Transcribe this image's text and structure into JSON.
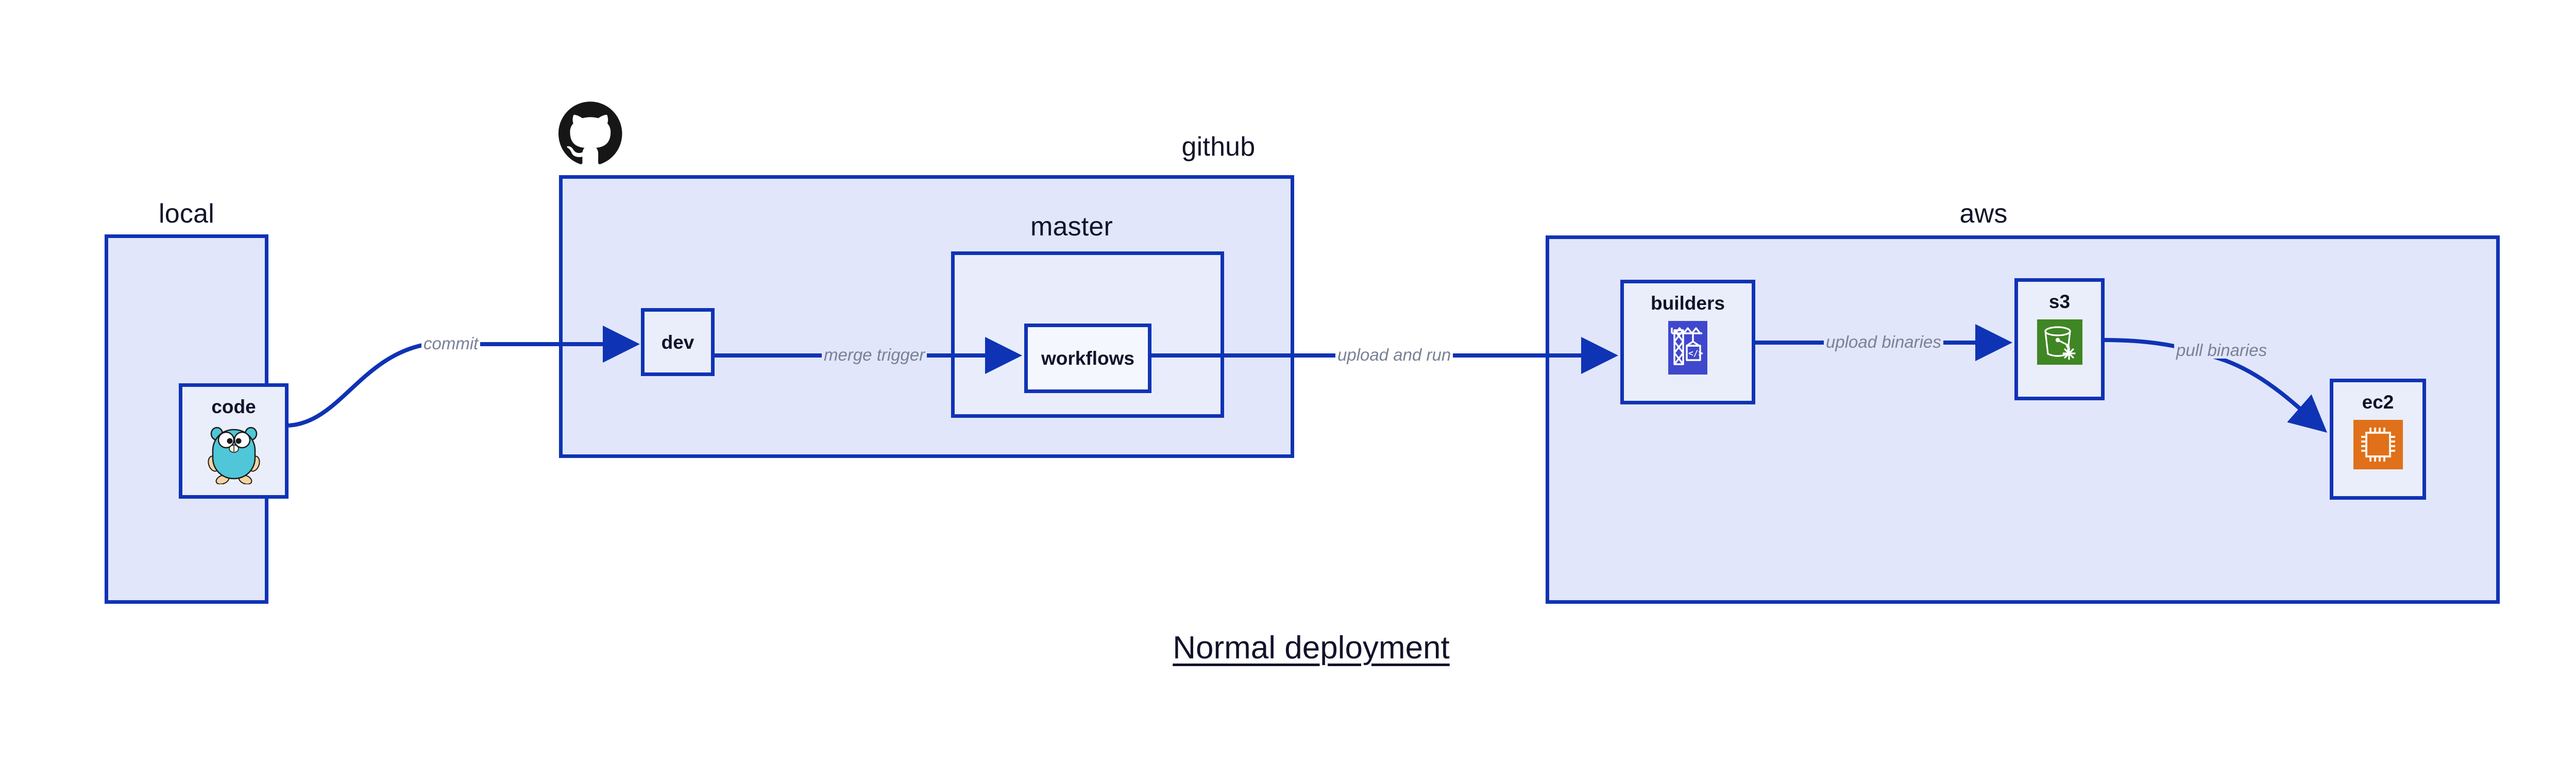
{
  "diagram": {
    "title": "Normal deployment",
    "accent_border": "#0f33b5",
    "cluster_fill": "#e1e6fa",
    "node_fill": "#eaeefb",
    "label_color": "#10132a",
    "edge_label_color": "#7a8196"
  },
  "clusters": [
    {
      "id": "local",
      "label": "local"
    },
    {
      "id": "github",
      "label": "github"
    },
    {
      "id": "master",
      "label": "master"
    },
    {
      "id": "aws",
      "label": "aws"
    }
  ],
  "nodes": [
    {
      "id": "code",
      "label": "code",
      "icon": "go-gopher-icon"
    },
    {
      "id": "dev",
      "label": "dev",
      "icon": "none"
    },
    {
      "id": "workflows",
      "label": "workflows",
      "icon": "none"
    },
    {
      "id": "builders",
      "label": "builders",
      "icon": "aws-codebuild-icon",
      "icon_color": "#3f48cc"
    },
    {
      "id": "s3",
      "label": "s3",
      "icon": "aws-s3-bucket-icon",
      "icon_color": "#3f8624"
    },
    {
      "id": "ec2",
      "label": "ec2",
      "icon": "aws-ec2-chip-icon",
      "icon_color": "#e0701a"
    }
  ],
  "edges": [
    {
      "from": "code",
      "to": "dev",
      "label": "commit"
    },
    {
      "from": "dev",
      "to": "workflows",
      "label": "merge trigger"
    },
    {
      "from": "workflows",
      "to": "builders",
      "label": "upload and run"
    },
    {
      "from": "builders",
      "to": "s3",
      "label": "upload binaries"
    },
    {
      "from": "s3",
      "to": "ec2",
      "label": "pull binaries"
    }
  ],
  "brand_icons": [
    {
      "id": "github-logo",
      "name": "github-octocat-icon"
    }
  ]
}
